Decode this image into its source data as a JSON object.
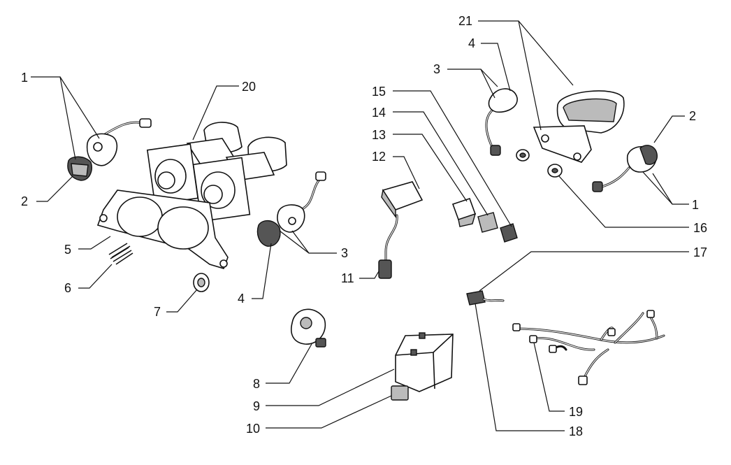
{
  "labels": {
    "l1a": "1",
    "l2a": "2",
    "l20": "20",
    "l5": "5",
    "l6": "6",
    "l7": "7",
    "l3a": "3",
    "l4a": "4",
    "l8": "8",
    "l9": "9",
    "l10": "10",
    "l11": "11",
    "l12": "12",
    "l13": "13",
    "l14": "14",
    "l15": "15",
    "l3b": "3",
    "l4b": "4",
    "l21": "21",
    "l2b": "2",
    "l1b": "1",
    "l16": "16",
    "l17": "17",
    "l18": "18",
    "l19": "19"
  }
}
